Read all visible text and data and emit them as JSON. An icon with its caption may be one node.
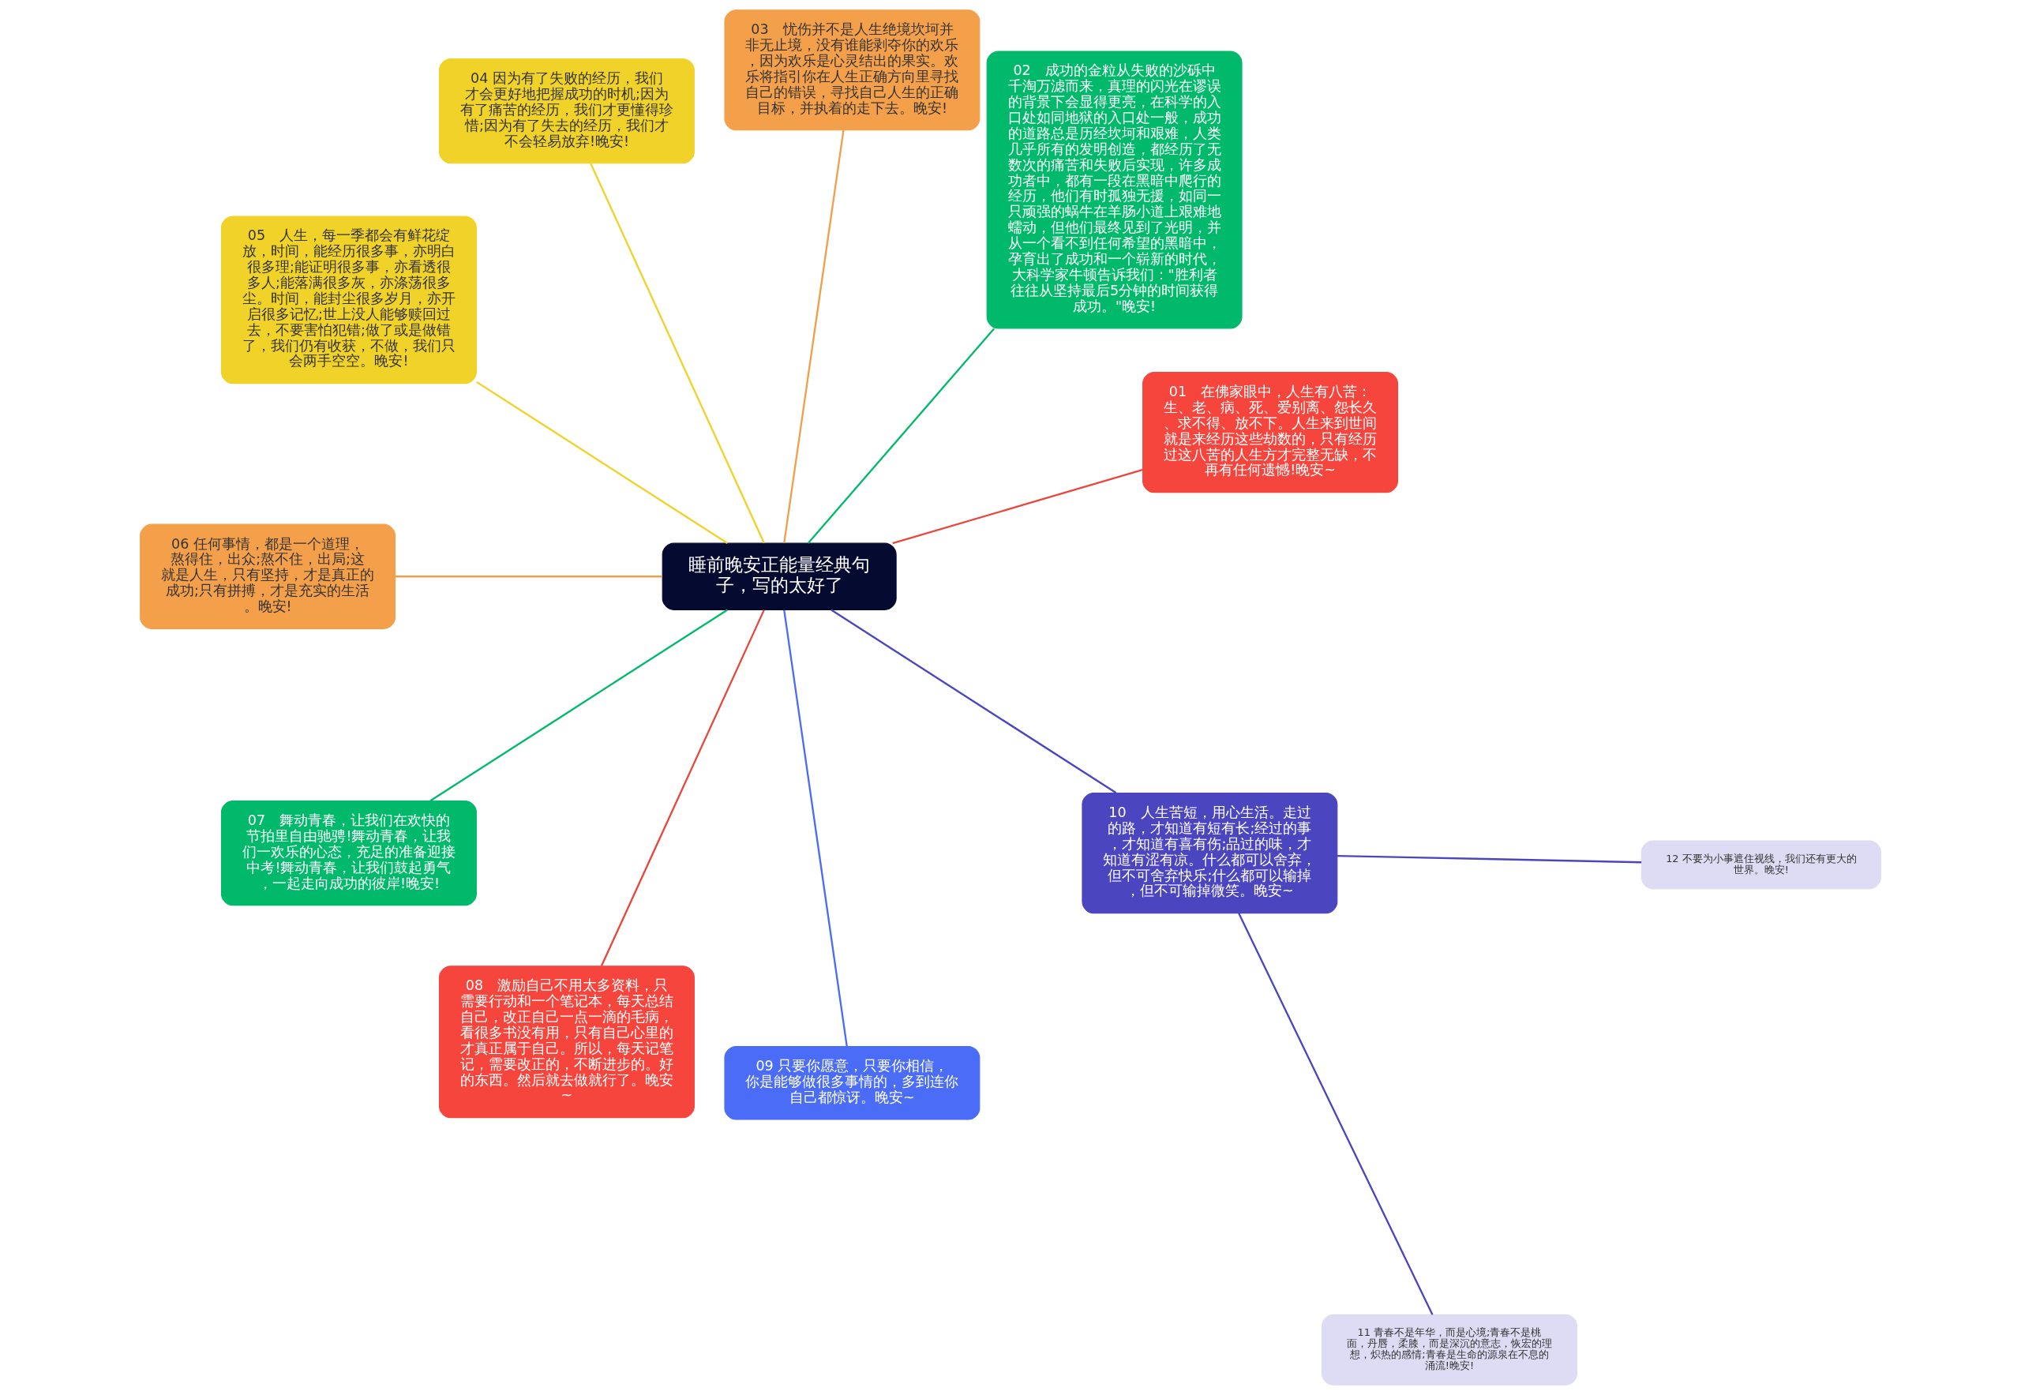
{
  "diagram": {
    "nodes": [
      {
        "text": [
          "睡前晚安正能量经典句子，写的太好了"
        ]
      },
      {
        "text": [
          "01　在佛家眼中，人生有八苦：生、老、病、死、爱别离、怨长久、求不得、放不下。人生来到世间就是来经历这些劫数的，只有经历过这八苦的人生方才完整无缺，不再有任何遗憾!晚安~"
        ]
      },
      {
        "text": [
          "02　成功的金粒从失败的沙砾中千淘万滤而来，真理的闪光在谬误的背景下会显得更亮，在科学的入口处如同地狱的入口处一般，成功的道路总是历经坎坷和艰难，人类几乎所有的发明创造，都经历了无数次的痛苦和失败后实现，许多成功者中，都有一段在黑暗中爬行的经历，他们有时孤独无援，如同一只顽强的蜗牛在羊肠小道上艰难地蠕动，但他们最终见到了光明，并从一个看不到任何希望的黑暗中，孕育出了成功和一个崭新的时代，大科学家牛顿告诉我们：\"胜利者往往从坚持最后5分钟的时间获得成功。\"晚安!"
        ]
      },
      {
        "text": [
          "03　忧伤并不是人生绝境坎坷并非无止境，没有谁能剥夺你的欢乐，因为欢乐是心灵结出的果实。欢乐将指引你在人生正确方向里寻找自己的错误，寻找自己人生的正确目标，并执着的走下去。晚安!"
        ]
      },
      {
        "text": [
          "04 因为有了失败的经历，我们才会更好地把握成功的时机;因为有了痛苦的经历，我们才更懂得珍惜;因为有了失去的经历，我们才不会轻易放弃!晚安!"
        ]
      },
      {
        "text": [
          "05　人生，每一季都会有鲜花绽放，时间，能经历很多事，亦明白很多理;能证明很多事，亦看透很多人;能落满很多灰，亦涤荡很多尘。时间，能封尘很多岁月，亦开启很多记忆;世上没人能够赎回过去，不要害怕犯错;做了或是做错了，我们仍有收获，不做，我们只会两手空空。晚安!"
        ]
      },
      {
        "text": [
          "06 任何事情，都是一个道理，熬得住，出众;熬不住，出局;这就是人生，只有坚持，才是真正的成功;只有拼搏，才是充实的生活。晚安!"
        ]
      },
      {
        "text": [
          "07　舞动青春，让我们在欢快的节拍里自由驰骋!舞动青春，让我们一欢乐的心态，充足的准备迎接中考!舞动青春，让我们鼓起勇气，一起走向成功的彼岸!晚安!"
        ]
      },
      {
        "text": [
          "08　激励自己不用太多资料，只需要行动和一个笔记本，每天总结自己，改正自己一点一滴的毛病，看很多书没有用，只有自己心里的才真正属于自己。所以，每天记笔记，需要改正的，不断进步的。好的东西。然后就去做就行了。晚安~"
        ]
      },
      {
        "text": [
          "09 只要你愿意，只要你相信，你是能够做很多事情的，多到连你自己都惊讶。晚安~"
        ]
      },
      {
        "text": [
          "10　人生苦短，用心生活。走过的路，才知道有短有长;经过的事，才知道有喜有伤;品过的味，才知道有涩有凉。什么都可以舍弃，但不可舍弃快乐;什么都可以输掉，但不可输掉微笑。晚安~"
        ]
      },
      {
        "text": [
          "11 青春不是年华，而是心境;青春不是桃面，丹唇，柔膝，而是深沉的意志，恢宏的理想，炽热的感情;青春是生命的源泉在不息的涌流!晚安!"
        ]
      },
      {
        "text": [
          "12 不要为小事遮住视线，我们还有更大的世界。晚安!"
        ]
      }
    ],
    "edges": [
      {
        "from": 0,
        "to": 1,
        "arrow": "none",
        "color": "#e8473c"
      },
      {
        "from": 0,
        "to": 2,
        "arrow": "none",
        "color": "#00b96b"
      },
      {
        "from": 0,
        "to": 3,
        "arrow": "none",
        "color": "#f0a04a"
      },
      {
        "from": 0,
        "to": 4,
        "arrow": "none",
        "color": "#f0d228"
      },
      {
        "from": 0,
        "to": 5,
        "arrow": "none",
        "color": "#f0d228"
      },
      {
        "from": 0,
        "to": 6,
        "arrow": "none",
        "color": "#f0a04a"
      },
      {
        "from": 0,
        "to": 7,
        "arrow": "none",
        "color": "#00b96b"
      },
      {
        "from": 0,
        "to": 8,
        "arrow": "none",
        "color": "#e8473c"
      },
      {
        "from": 0,
        "to": 9,
        "arrow": "none",
        "color": "#4a6cf7"
      },
      {
        "from": 0,
        "to": 10,
        "arrow": "none",
        "color": "#4b45c0"
      },
      {
        "from": 10,
        "to": 11,
        "arrow": "none",
        "color": "#4b45c0"
      },
      {
        "from": 10,
        "to": 12,
        "arrow": "none",
        "color": "#4b45c0"
      }
    ]
  }
}
